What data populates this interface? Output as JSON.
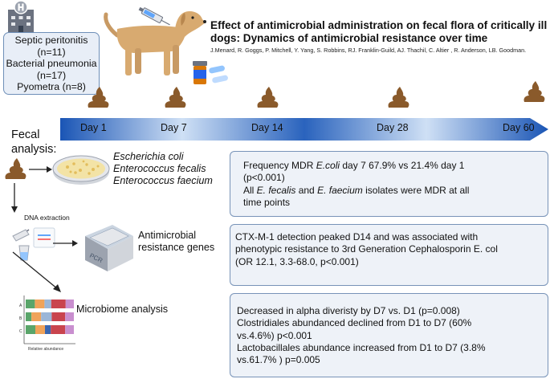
{
  "title": "Effect of antimicrobial administration on fecal flora of critically ill dogs: Dynamics of antimicrobial resistance over time",
  "authors": "J.Menard, R. Goggs, P. Mitchell, Y. Yang, S. Robbins, RJ. Franklin-Guild, AJ. Thachil, C. Altier , R. Anderson, LB. Goodman.",
  "cohort": [
    "Septic peritonitis",
    "(n=11)",
    "Bacterial pneumonia",
    "(n=17)",
    "Pyometra (n=8)"
  ],
  "fecal_analysis": [
    "Fecal",
    "analysis:"
  ],
  "days": [
    "Day 1",
    "Day 7",
    "Day 14",
    "Day 28",
    "Day 60"
  ],
  "species": [
    "Escherichia coli",
    "Enterococcus fecalis",
    "Enterococcus faecium"
  ],
  "dna_extraction": "DNA extraction",
  "amr_label": [
    "Antimicrobial",
    "resistance genes"
  ],
  "pcr_label": "PCR",
  "microbiome_label": "Microbiome analysis",
  "barchart": {
    "rows": [
      "A",
      "B",
      "C"
    ],
    "xlabel": "Relative abundance",
    "segments": [
      [
        {
          "frac": 0.19,
          "color": "#5aa56a"
        },
        {
          "frac": 0.2,
          "color": "#f0a35a"
        },
        {
          "frac": 0.14,
          "color": "#9bb6d8"
        },
        {
          "frac": 0.3,
          "color": "#c9444e"
        },
        {
          "frac": 0.17,
          "color": "#c98fcf"
        }
      ],
      [
        {
          "frac": 0.12,
          "color": "#5aa56a"
        },
        {
          "frac": 0.2,
          "color": "#f0a35a"
        },
        {
          "frac": 0.22,
          "color": "#9bb6d8"
        },
        {
          "frac": 0.28,
          "color": "#c9444e"
        },
        {
          "frac": 0.18,
          "color": "#c98fcf"
        }
      ],
      [
        {
          "frac": 0.2,
          "color": "#5aa56a"
        },
        {
          "frac": 0.2,
          "color": "#f0a35a"
        },
        {
          "frac": 0.12,
          "color": "#3a66b0"
        },
        {
          "frac": 0.3,
          "color": "#c9444e"
        },
        {
          "frac": 0.18,
          "color": "#c98fcf"
        }
      ]
    ]
  },
  "box1": {
    "line1_pre": "Frequency MDR ",
    "line1_em": "E.coli",
    "line1_post": " day 7 67.9% vs 21.4% day 1",
    "line2": "(p<0.001)",
    "line3_pre": "All ",
    "line3_em1": "E. fecalis",
    "line3_mid": " and ",
    "line3_em2": "E. faecium",
    "line3_post": " isolates were MDR at all",
    "line4": "time points"
  },
  "box2": [
    "CTX-M-1 detection peaked D14 and was associated with",
    "phenotypic resistance to 3rd Generation Cephalosporin E. col",
    "(OR 12.1, 3.3-68.0, p<0.001)"
  ],
  "box3": [
    "Decreased in alpha diveristy by D7 vs. D1 (p=0.008)",
    "Clostridiales abundanced declined from D1 to D7 (60%",
    "vs.4.6%) p<0.001",
    "Lactobacillales abundance increased from D1 to D7 (3.8%",
    "vs.61.7% ) p=0.005"
  ],
  "colors": {
    "timeline_dark": "#1a55b5",
    "timeline_light": "#cfe0f5",
    "box_fill": "#eef2f8",
    "box_border": "#7893b8",
    "poop": "#8a5a2b"
  },
  "icons": [
    "hospital-icon",
    "dog-icon",
    "syringe-icon",
    "pill-bottle-icon",
    "capsule-icon",
    "poop-icon",
    "petri-dish-icon",
    "test-tube-icon",
    "pcr-machine-icon"
  ]
}
